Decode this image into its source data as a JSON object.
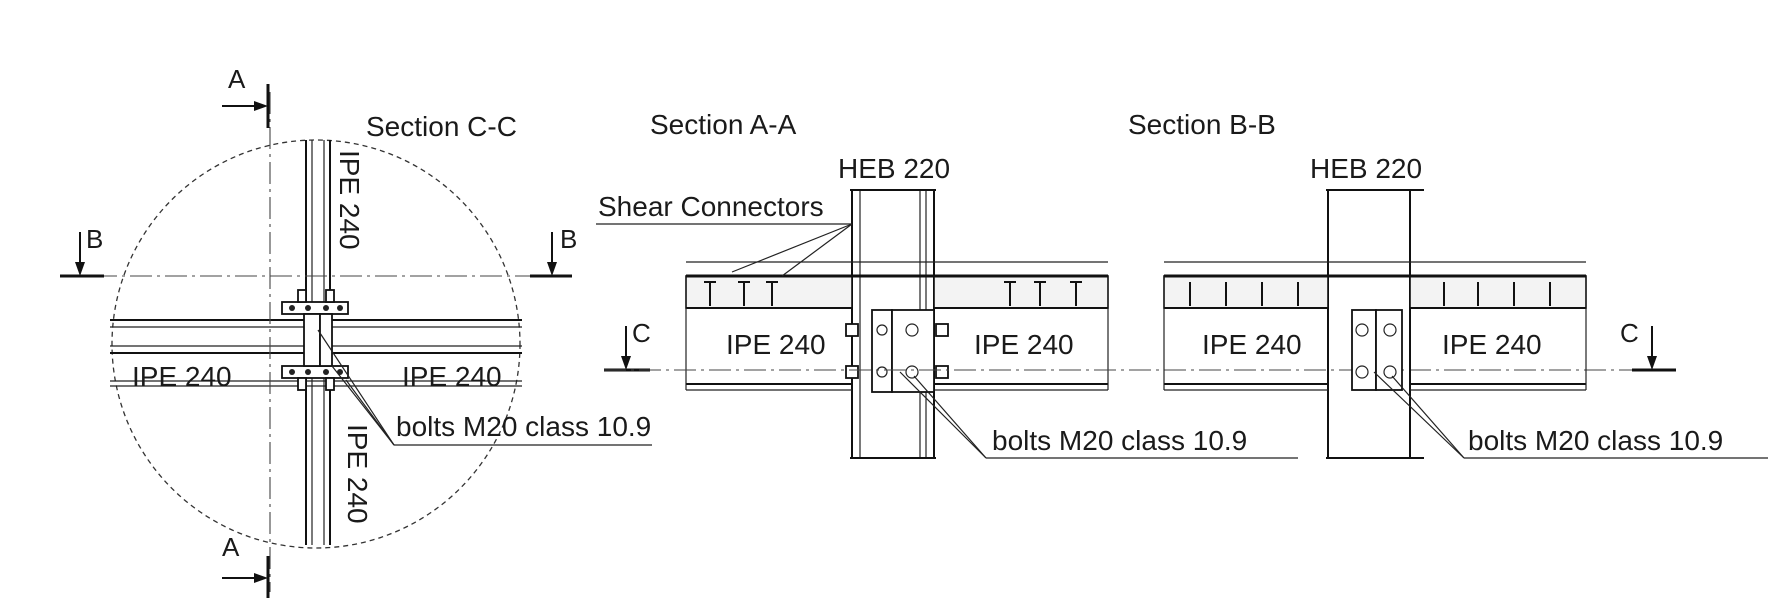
{
  "section_c": {
    "title": "Section C-C",
    "cut_a_top": "A",
    "cut_a_bottom": "A",
    "cut_b_left": "B",
    "cut_b_right": "B",
    "beam_top": "IPE 240",
    "beam_bottom": "IPE 240",
    "beam_left": "IPE 240",
    "beam_right": "IPE 240",
    "bolts": "bolts M20 class 10.9"
  },
  "section_a": {
    "title": "Section A-A",
    "column": "HEB 220",
    "connectors": "Shear Connectors",
    "beam_left": "IPE 240",
    "beam_right": "IPE 240",
    "cut_c": "C",
    "bolts": "bolts M20 class 10.9"
  },
  "section_b": {
    "title": "Section B-B",
    "column": "HEB 220",
    "beam_left": "IPE 240",
    "beam_right": "IPE 240",
    "cut_c": "C",
    "bolts": "bolts M20 class 10.9"
  }
}
